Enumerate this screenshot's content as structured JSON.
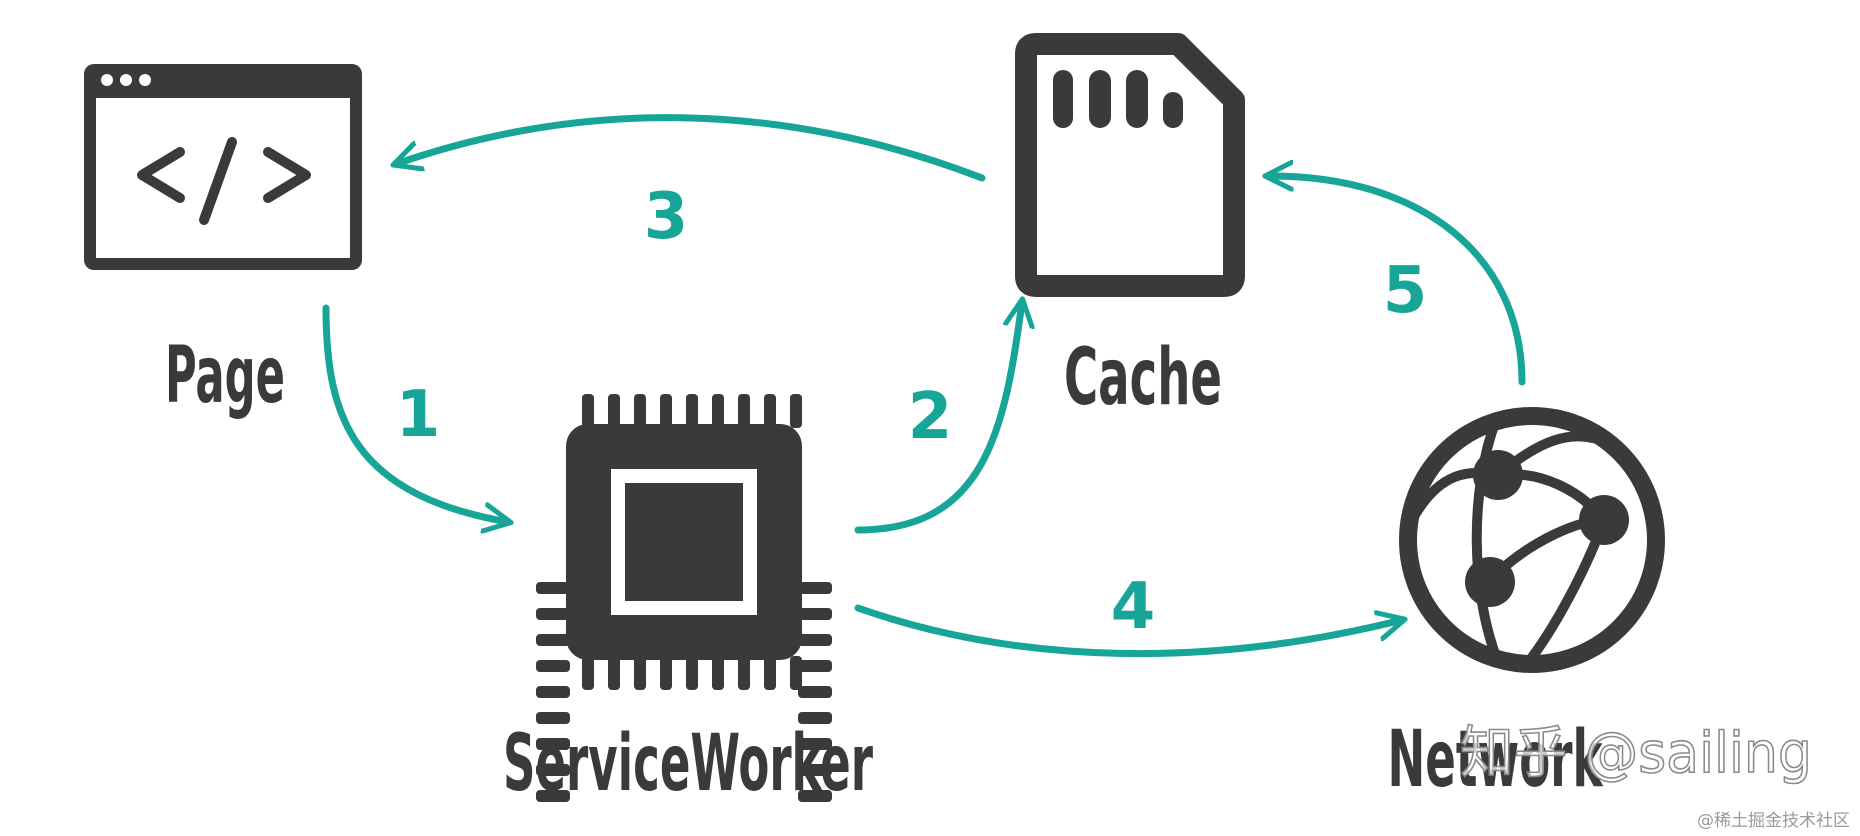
{
  "nodes": {
    "page": {
      "label": "Page",
      "icon": "browser-code-icon"
    },
    "cache": {
      "label": "Cache",
      "icon": "sd-card-icon"
    },
    "service_worker": {
      "label": "ServiceWorker",
      "icon": "cpu-chip-icon"
    },
    "network": {
      "label": "Network",
      "icon": "globe-network-icon"
    }
  },
  "steps": [
    {
      "number": "1",
      "from": "Page",
      "to": "ServiceWorker"
    },
    {
      "number": "2",
      "from": "ServiceWorker",
      "to": "Cache"
    },
    {
      "number": "3",
      "from": "Cache",
      "to": "Page"
    },
    {
      "number": "4",
      "from": "ServiceWorker",
      "to": "Network"
    },
    {
      "number": "5",
      "from": "Network",
      "to": "Cache"
    }
  ],
  "watermark": "知乎 @sailing",
  "corner_credit": "@稀土掘金技术社区",
  "colors": {
    "arrow": "#16a596",
    "icon": "#3a3a3a",
    "background": "#ffffff"
  }
}
